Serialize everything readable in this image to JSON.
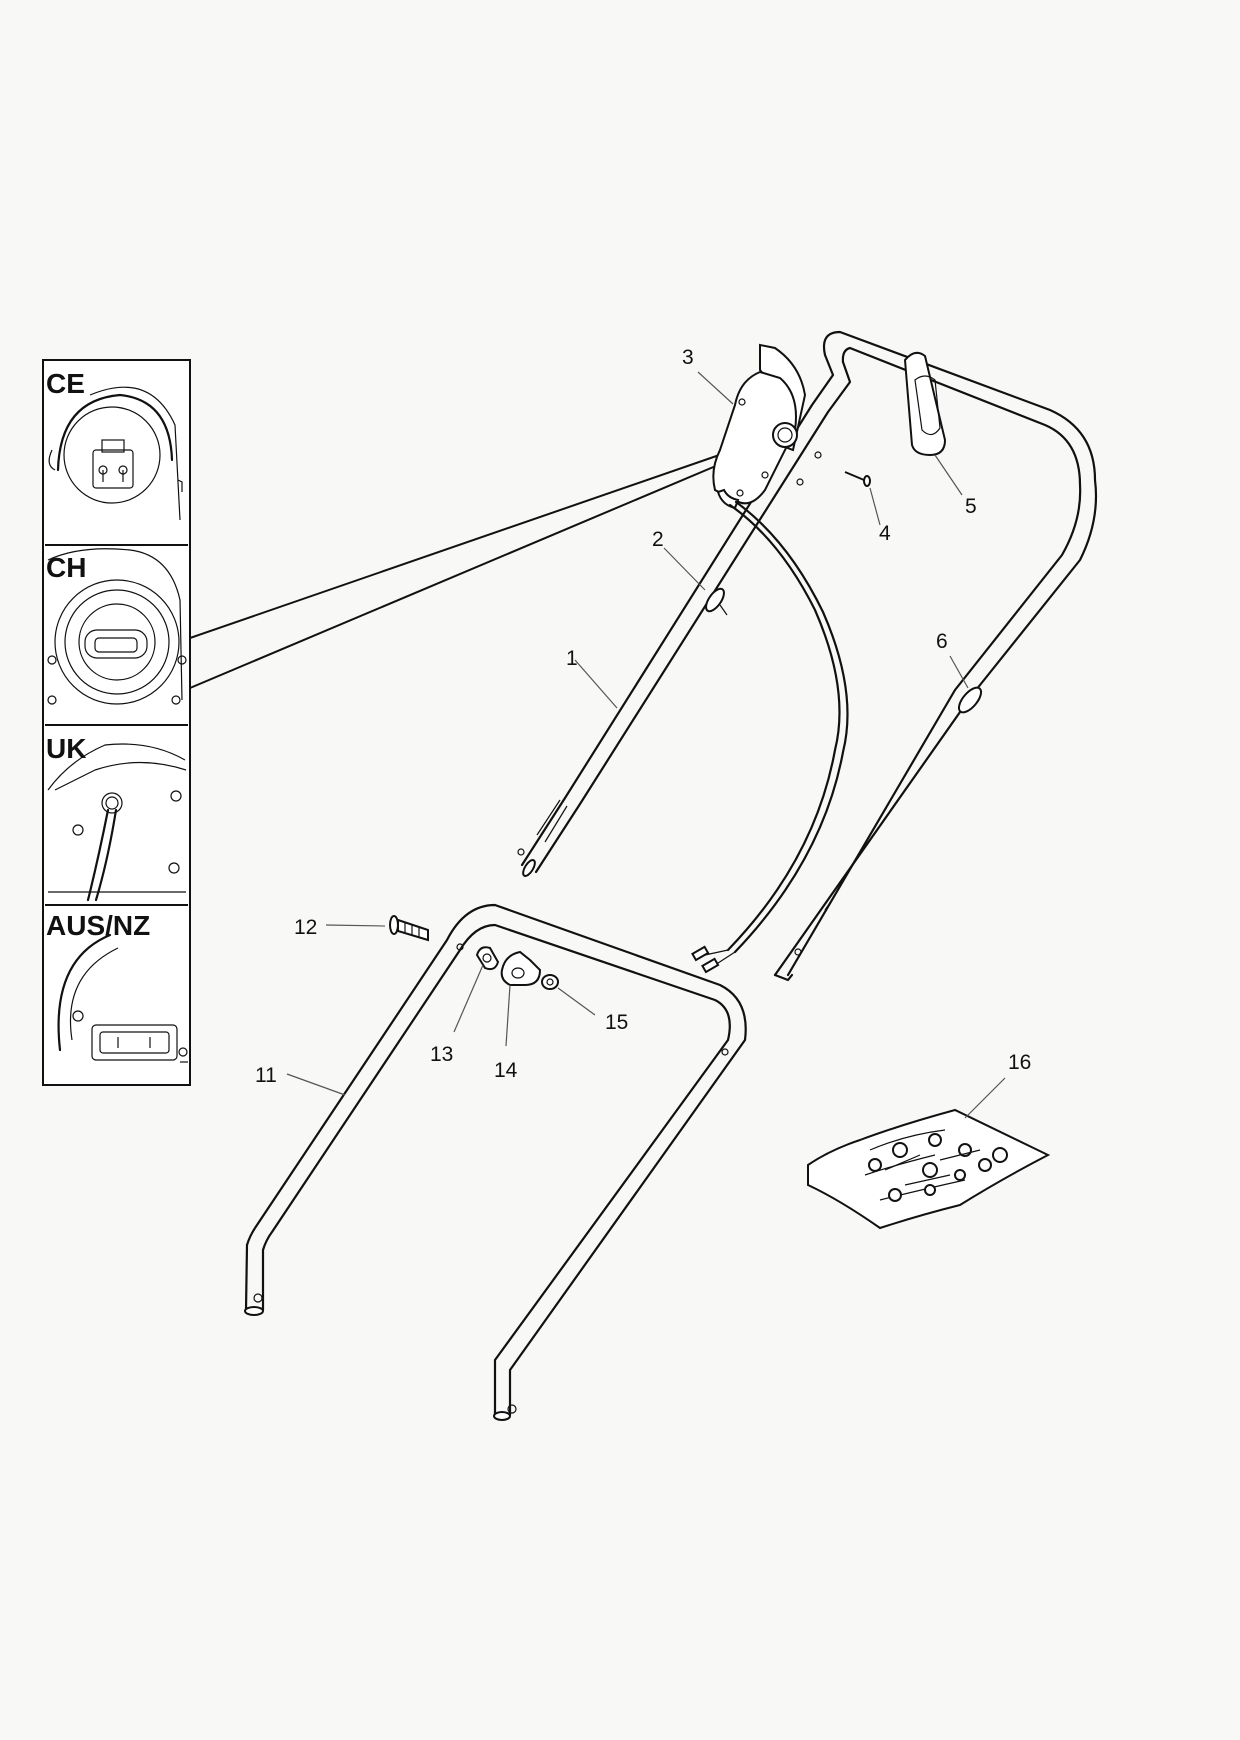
{
  "callouts": {
    "c1": "1",
    "c2": "2",
    "c3": "3",
    "c4": "4",
    "c5": "5",
    "c6": "6",
    "c11": "11",
    "c12": "12",
    "c13": "13",
    "c14": "14",
    "c15": "15",
    "c16": "16"
  },
  "regions": {
    "ce": "CE",
    "ch": "CH",
    "uk": "UK",
    "ausnz": "AUS/NZ"
  }
}
